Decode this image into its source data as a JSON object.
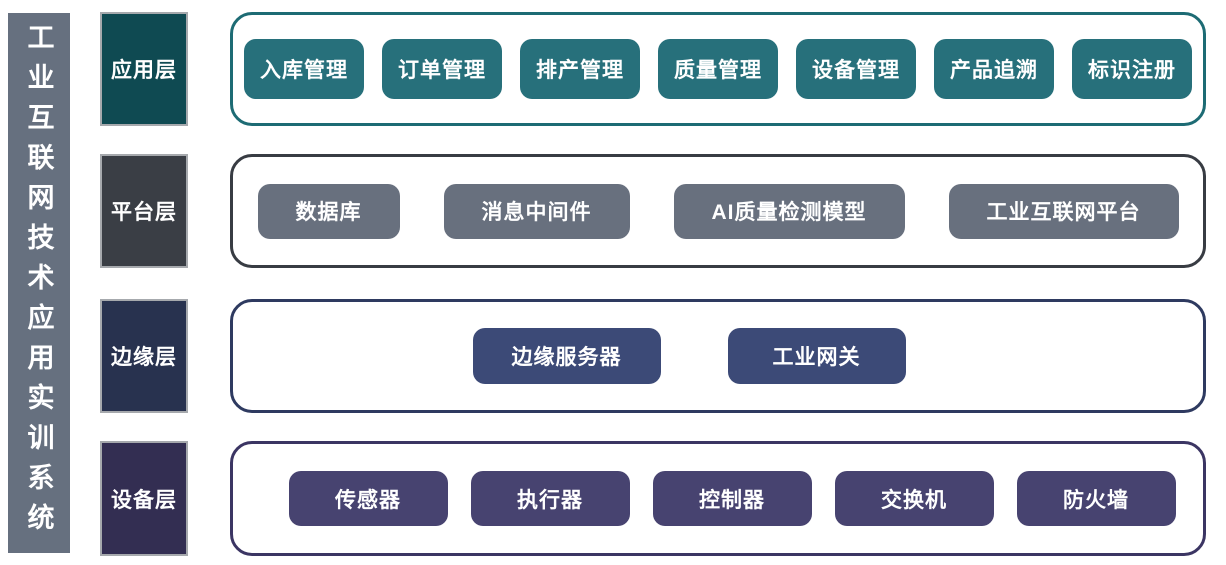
{
  "sidebar": {
    "title": "工业互联网技术应用实训系统",
    "bg_color": "#66707F",
    "text_color": "#FFFFFF"
  },
  "layers": [
    {
      "label": "应用层",
      "label_bg": "#0F4A52",
      "container_border": "#1D6B74",
      "button_bg": "#27707B",
      "buttons": [
        "入库管理",
        "订单管理",
        "排产管理",
        "质量管理",
        "设备管理",
        "产品追溯",
        "标识注册"
      ]
    },
    {
      "label": "平台层",
      "label_bg": "#3A3E45",
      "container_border": "#383C43",
      "button_bg": "#68707E",
      "buttons": [
        "数据库",
        "消息中间件",
        "AI质量检测模型",
        "工业互联网平台"
      ]
    },
    {
      "label": "边缘层",
      "label_bg": "#28324F",
      "container_border": "#2E3A60",
      "button_bg": "#3C4A77",
      "buttons": [
        "边缘服务器",
        "工业网关"
      ]
    },
    {
      "label": "设备层",
      "label_bg": "#332E52",
      "container_border": "#3B3563",
      "button_bg": "#474370",
      "buttons": [
        "传感器",
        "执行器",
        "控制器",
        "交换机",
        "防火墙"
      ]
    }
  ]
}
